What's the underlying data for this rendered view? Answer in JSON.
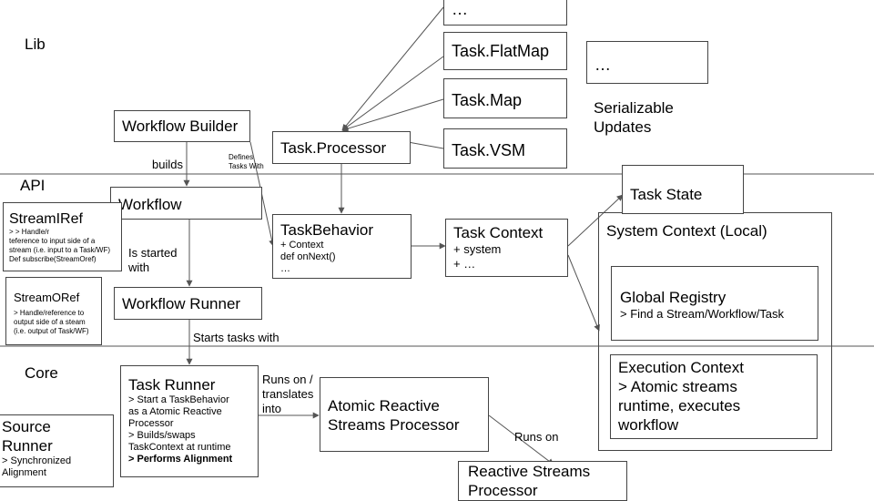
{
  "layers": {
    "lib": "Lib",
    "api": "API",
    "core": "Core"
  },
  "boxes": {
    "ellipsis_top": "…",
    "task_flatmap": "Task.FlatMap",
    "task_map": "Task.Map",
    "task_vsm": "Task.VSM",
    "ellipsis_right": "…",
    "serializable_updates": [
      "Serializable",
      "Updates"
    ],
    "workflow_builder": "Workflow Builder",
    "task_processor": "Task.Processor",
    "workflow": "Workflow",
    "stream_iref": {
      "title": "StreamIRef",
      "lines": [
        "> > Handle/r",
        "teference to input side of a",
        "stream (i.e. input to a Task/WF)",
        "Def subscribe(StreamOref)"
      ]
    },
    "stream_oref": {
      "title": "StreamORef",
      "lines": [
        "> Handle/reference to",
        "output side of a steam",
        "(i.e. output of Task/WF)"
      ]
    },
    "task_behavior": {
      "title": "TaskBehavior",
      "lines": [
        "+ Context",
        "def onNext()",
        "…"
      ]
    },
    "task_context": {
      "title": "Task Context",
      "lines": [
        "+ system",
        "+ …"
      ]
    },
    "task_state": "Task State",
    "system_context": "System Context (Local)",
    "global_registry": {
      "title": "Global Registry",
      "line": "> Find a Stream/Workflow/Task"
    },
    "execution_context": [
      "Execution Context",
      "> Atomic streams",
      "runtime, executes",
      "workflow"
    ],
    "workflow_runner": "Workflow Runner",
    "task_runner": {
      "title": "Task Runner",
      "lines": [
        "> Start a TaskBehavior",
        "as a Atomic Reactive",
        "Processor",
        "> Builds/swaps",
        "TaskContext at runtime"
      ],
      "last": "> Performs Alignment"
    },
    "atomic_processor": [
      "Atomic Reactive",
      "Streams Processor"
    ],
    "reactive_processor": [
      "Reactive Streams",
      "Processor"
    ],
    "source_runner": {
      "title": [
        "Source",
        "Runner"
      ],
      "lines": [
        "> Synchronized",
        "Alignment"
      ]
    }
  },
  "edge_labels": {
    "builds": "builds",
    "defines_tasks_with": [
      "Defines",
      "Tasks With"
    ],
    "is_started_with": [
      "Is started",
      "with"
    ],
    "starts_tasks_with": "Starts tasks with",
    "runs_on_translates": [
      "Runs on /",
      "translates",
      "into"
    ],
    "runs_on": "Runs on"
  }
}
